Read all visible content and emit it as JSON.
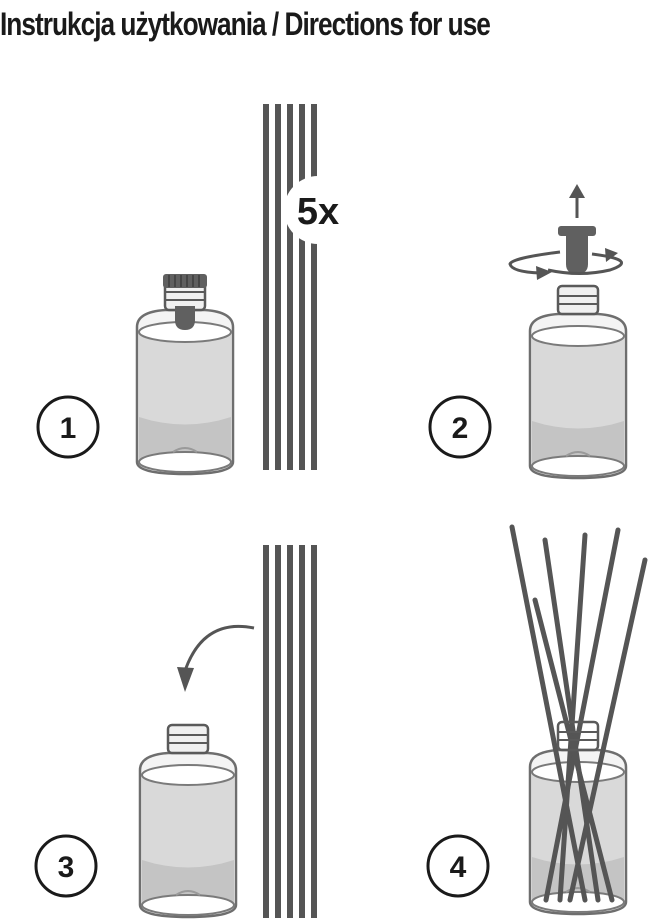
{
  "title": "Instrukcja użytkowania / Directions for use",
  "reed_count_label": "5x",
  "steps": [
    {
      "number": "1"
    },
    {
      "number": "2"
    },
    {
      "number": "3"
    },
    {
      "number": "4"
    }
  ],
  "colors": {
    "ink": "#1a1a1a",
    "reed": "#555555",
    "cap": "#606060",
    "liquid": "#d9d9d9",
    "liquid_bottom": "#c4c4c4",
    "glass_outline": "#6e6e6e"
  }
}
